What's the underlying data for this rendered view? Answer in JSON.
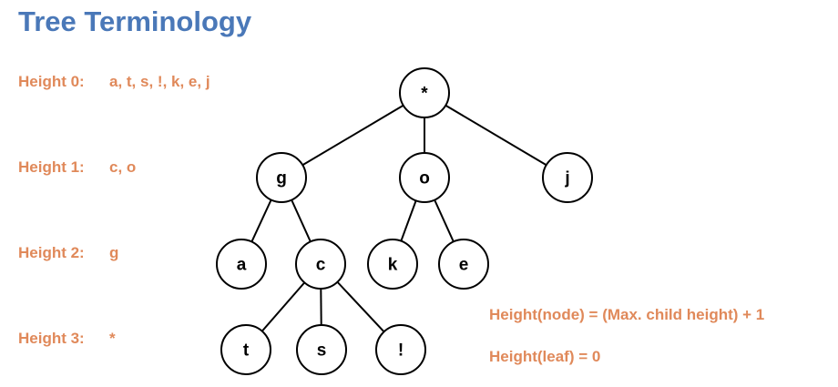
{
  "title": "Tree Terminology",
  "heights": [
    {
      "label": "Height 0:",
      "nodes": "a, t, s, !, k, e, j"
    },
    {
      "label": "Height 1:",
      "nodes": "c, o"
    },
    {
      "label": "Height 2:",
      "nodes": "g"
    },
    {
      "label": "Height 3:",
      "nodes": "*"
    }
  ],
  "formulas": {
    "node": "Height(node) = (Max. child height) + 1",
    "leaf": "Height(leaf) = 0"
  },
  "tree": {
    "nodes": [
      {
        "id": "root",
        "label": "*"
      },
      {
        "id": "g",
        "label": "g"
      },
      {
        "id": "o",
        "label": "o"
      },
      {
        "id": "j",
        "label": "j"
      },
      {
        "id": "a",
        "label": "a"
      },
      {
        "id": "c",
        "label": "c"
      },
      {
        "id": "k",
        "label": "k"
      },
      {
        "id": "e",
        "label": "e"
      },
      {
        "id": "t",
        "label": "t"
      },
      {
        "id": "s",
        "label": "s"
      },
      {
        "id": "bang",
        "label": "!"
      }
    ],
    "edges": [
      [
        "root",
        "g"
      ],
      [
        "root",
        "o"
      ],
      [
        "root",
        "j"
      ],
      [
        "g",
        "a"
      ],
      [
        "g",
        "c"
      ],
      [
        "o",
        "k"
      ],
      [
        "o",
        "e"
      ],
      [
        "c",
        "t"
      ],
      [
        "c",
        "s"
      ],
      [
        "c",
        "bang"
      ]
    ]
  },
  "colors": {
    "title": "#4a78b8",
    "annotation": "#e0895a",
    "node_stroke": "#000000"
  }
}
